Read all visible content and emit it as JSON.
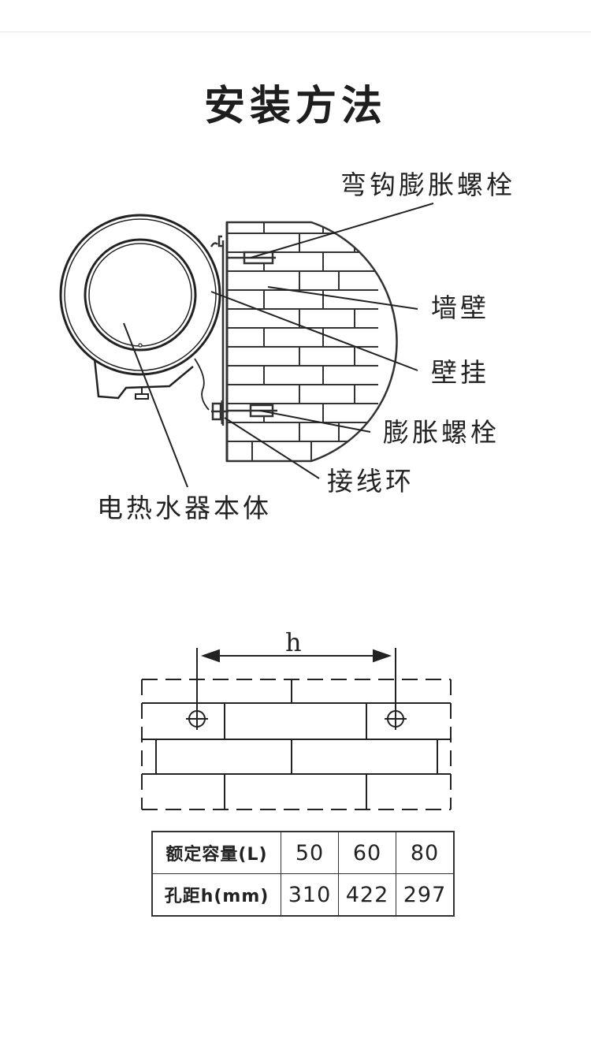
{
  "title": "安装方法",
  "labels": {
    "hook_bolt": "弯钩膨胀螺栓",
    "wall": "墙壁",
    "wall_mount": "壁挂",
    "expansion_bolt": "膨胀螺栓",
    "wiring_ring": "接线环",
    "heater_body": "电热水器本体"
  },
  "dimension_label": "h",
  "table": {
    "rows": [
      {
        "header": "额定容量(L)",
        "values": [
          "50",
          "60",
          "80"
        ]
      },
      {
        "header": "孔距h(mm)",
        "values": [
          "310",
          "422",
          "297"
        ]
      }
    ]
  }
}
